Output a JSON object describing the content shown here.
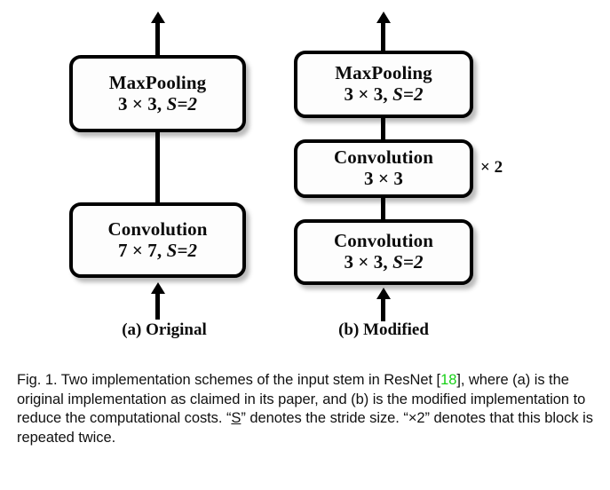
{
  "figure": {
    "diagram_type": "flowchart",
    "columns": [
      {
        "id": "original",
        "caption": "(a) Original",
        "blocks": [
          {
            "name": "maxpool",
            "line1": "MaxPooling",
            "line2_kernel": "3 × 3, ",
            "line2_stride_sym": "S",
            "line2_stride_val": "=2"
          },
          {
            "name": "convolution",
            "line1": "Convolution",
            "line2_kernel": "7 × 7, ",
            "line2_stride_sym": "S",
            "line2_stride_val": "=2"
          }
        ]
      },
      {
        "id": "modified",
        "caption": "(b) Modified",
        "repeat_label": "× 2",
        "blocks": [
          {
            "name": "maxpool",
            "line1": "MaxPooling",
            "line2_kernel": "3 × 3, ",
            "line2_stride_sym": "S",
            "line2_stride_val": "=2"
          },
          {
            "name": "convolution-3x3",
            "line1": "Convolution",
            "line2_kernel": "3 × 3",
            "line2_stride_sym": "",
            "line2_stride_val": ""
          },
          {
            "name": "convolution-3x3-s2",
            "line1": "Convolution",
            "line2_kernel": "3 × 3, ",
            "line2_stride_sym": "S",
            "line2_stride_val": "=2"
          }
        ]
      }
    ]
  },
  "caption": {
    "part1": "Fig. 1. Two implementation schemes of the input stem in ResNet [",
    "citation": "18",
    "part2": "], where (a) is the original implementation as claimed in its paper, and (b) is the modified implementation to reduce the computational costs. “",
    "underlined_symbol": "S",
    "part3": "” denotes the stride size. “×2” denotes that this block is repeated twice."
  },
  "colors": {
    "box_border": "#000000",
    "box_fill": "#fdfdfd",
    "text": "#0b0b0b",
    "citation_green": "#16d016",
    "page_background": "#ffffff"
  }
}
